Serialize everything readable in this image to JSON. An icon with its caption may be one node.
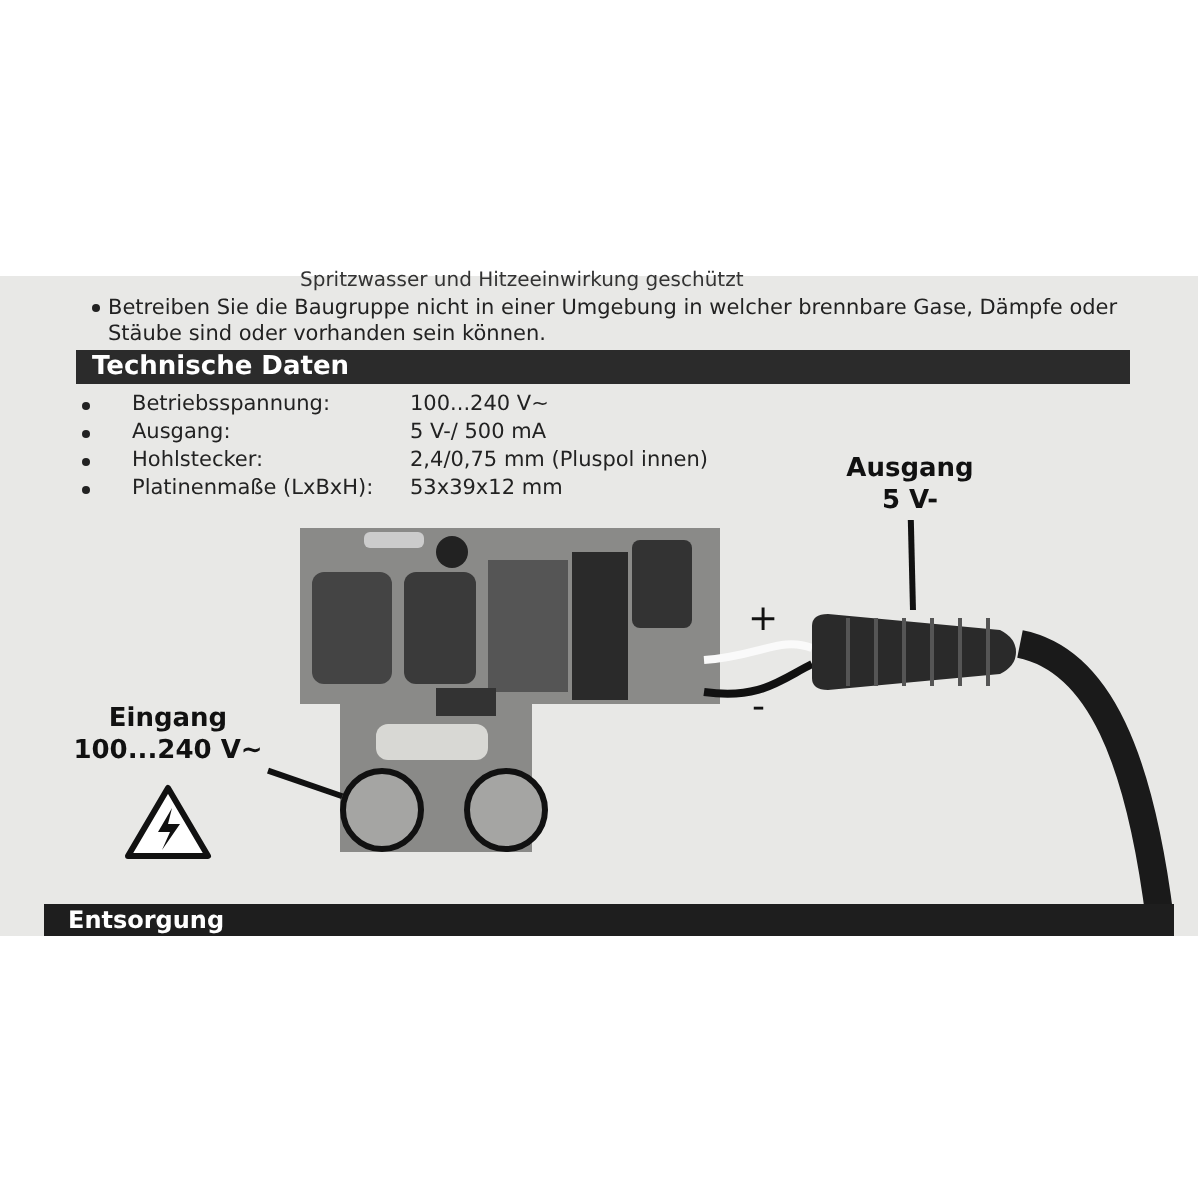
{
  "diagram": {
    "title": "Technische Daten",
    "nodes": [
      {
        "text": [
          "Eingang 100...240 V~"
        ]
      },
      {
        "text": [],
        "shape": "circle"
      },
      {
        "text": [],
        "shape": "circle"
      },
      {
        "text": [
          "Ausgang 5 V-"
        ]
      },
      {
        "text": [],
        "shape": "picture"
      }
    ],
    "edges": [
      {
        "from": 0,
        "to": 1,
        "arrow": "none"
      },
      {
        "from": 3,
        "to": 4,
        "arrow": "none"
      }
    ],
    "labels": [
      "Spritzwasser und Hitzeeinwirkung geschützt",
      "Betreiben Sie die Baugruppe nicht in einer Umgebung in welcher brennbare Gase, Dämpfe oder Stäube sind oder vorhanden sein können.",
      "Betriebsspannung:",
      "100...240 V~",
      "Ausgang:",
      "5 V-/ 500 mA",
      "Hohlstecker:",
      "2,4/0,75 mm (Pluspol innen)",
      "Platinenmaße (LxBxH):",
      "53x39x12 mm",
      "+",
      "-",
      "Entsorgung"
    ]
  }
}
